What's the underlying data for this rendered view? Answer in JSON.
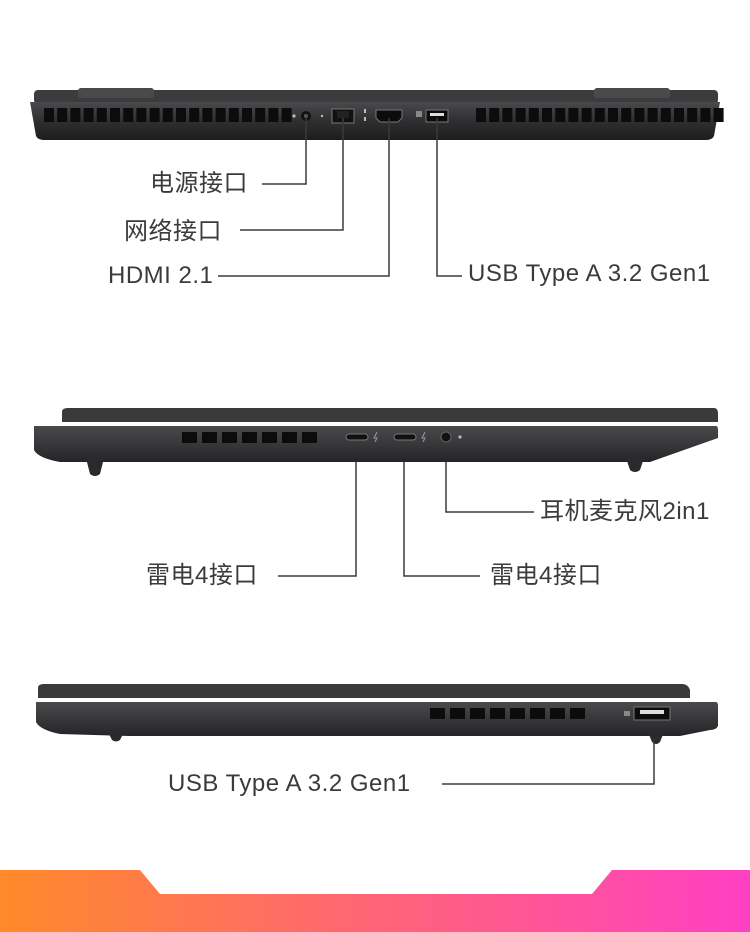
{
  "rear_view": {
    "labels": {
      "power": "电源接口",
      "ethernet": "网络接口",
      "hdmi": "HDMI 2.1",
      "usb_a": "USB Type A 3.2 Gen1"
    }
  },
  "left_view": {
    "labels": {
      "thunderbolt_1": "雷电4接口",
      "thunderbolt_2": "雷电4接口",
      "audio_jack": "耳机麦克风2in1"
    }
  },
  "right_view": {
    "labels": {
      "usb_a": "USB Type A 3.2 Gen1"
    }
  },
  "colors": {
    "chassis": "#2f2f31",
    "chassis_light": "#4a4a4d",
    "vent": "#0c0c0d",
    "leader_line": "#3b3b3b",
    "banner_left": "#ff8a2a",
    "banner_right": "#ff3fc4"
  }
}
